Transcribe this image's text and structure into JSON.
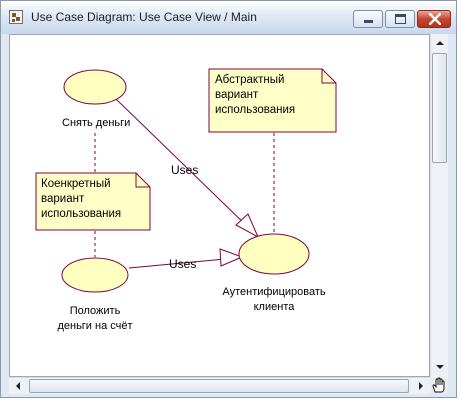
{
  "window": {
    "title": "Use Case Diagram: Use Case View / Main"
  },
  "diagram": {
    "use_cases": {
      "withdraw": "Снять деньги",
      "deposit_line1": "Положить",
      "deposit_line2": "деньги на счёт",
      "auth_line1": "Аутентифицировать",
      "auth_line2": "клиента"
    },
    "relations": {
      "uses_1": "Uses",
      "uses_2": "Uses"
    },
    "notes": {
      "abstract_line1": "Абстрактный",
      "abstract_line2": "вариант",
      "abstract_line3": "использования",
      "concrete_line1": "Коенкретный",
      "concrete_line2": "вариант",
      "concrete_line3": "использования"
    }
  },
  "colors": {
    "use_case_fill": "#ffffc0",
    "note_fill": "#ffffc8",
    "line": "#800040",
    "canvas": "#ffffff"
  },
  "icons": [
    "app-icon",
    "minimize-icon",
    "maximize-icon",
    "close-icon",
    "scroll-up-icon",
    "scroll-down-icon",
    "scroll-left-icon",
    "scroll-right-icon",
    "hand-tool-icon"
  ]
}
